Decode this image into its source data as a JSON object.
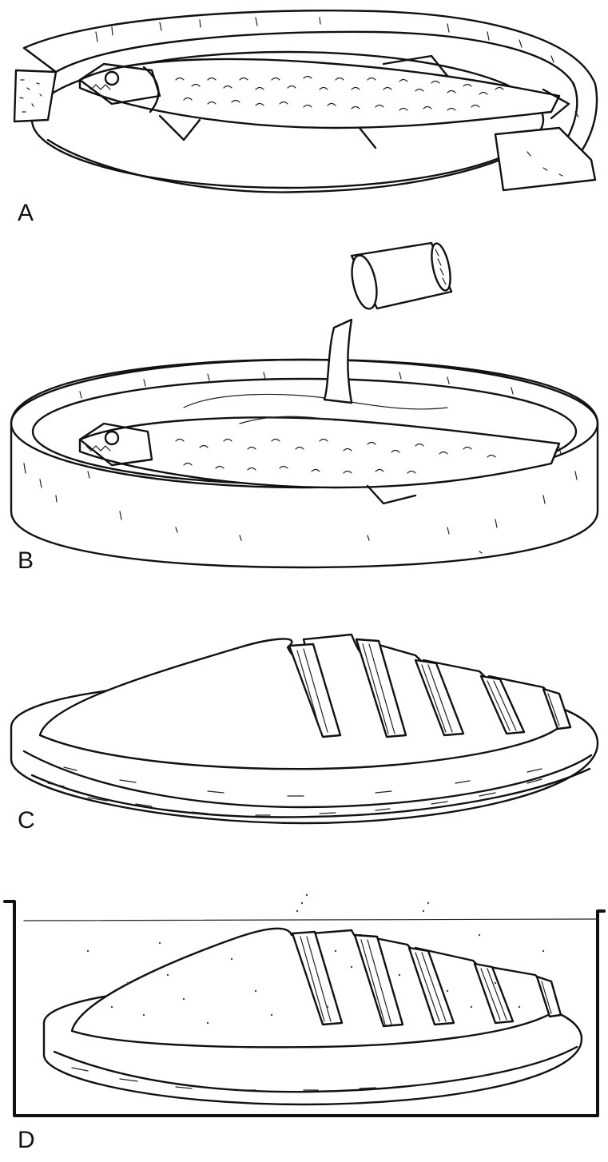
{
  "figure": {
    "panels": [
      {
        "id": "a",
        "label": "A"
      },
      {
        "id": "b",
        "label": "B"
      },
      {
        "id": "c",
        "label": "C"
      },
      {
        "id": "d",
        "label": "D"
      }
    ]
  }
}
